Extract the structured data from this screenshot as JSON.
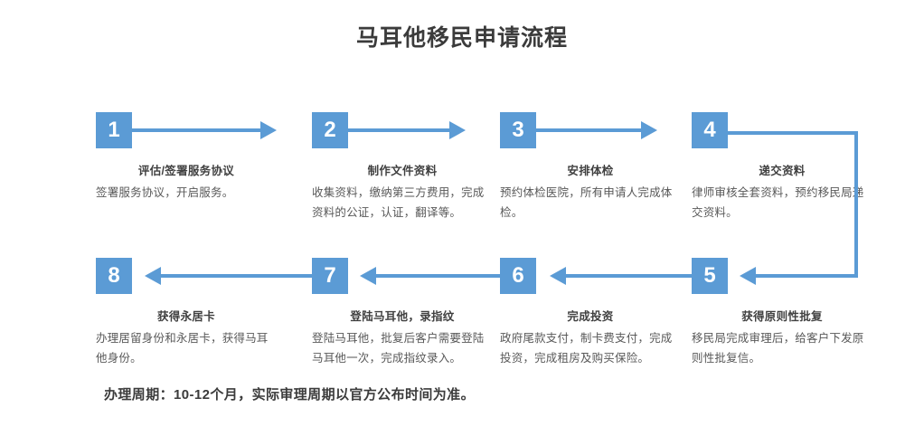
{
  "title": "马耳他移民申请流程",
  "footer_note": "办理周期：10-12个月，实际审理周期以官方公布时间为准。",
  "colors": {
    "accent": "#5b9bd5",
    "title_text": "#3b3b3b",
    "body_text": "#585858",
    "step_title_text": "#404040",
    "background": "#ffffff"
  },
  "flow": {
    "row1_direction": "right",
    "row2_direction": "left",
    "steps": [
      {
        "number": "1",
        "title": "评估/签署服务协议",
        "desc": "签署服务协议，开启服务。"
      },
      {
        "number": "2",
        "title": "制作文件资料",
        "desc": "收集资料，缴纳第三方费用，完成资料的公证，认证，翻译等。"
      },
      {
        "number": "3",
        "title": "安排体检",
        "desc": "预约体检医院，所有申请人完成体检。"
      },
      {
        "number": "4",
        "title": "递交资料",
        "desc": "律师审核全套资料，预约移民局递交资料。"
      },
      {
        "number": "5",
        "title": "获得原则性批复",
        "desc": "移民局完成审理后，给客户下发原则性批复信。"
      },
      {
        "number": "6",
        "title": "完成投资",
        "desc": "政府尾款支付，制卡费支付，完成投资，完成租房及购买保险。"
      },
      {
        "number": "7",
        "title": "登陆马耳他，录指纹",
        "desc": "登陆马耳他，批复后客户需要登陆马耳他一次，完成指纹录入。"
      },
      {
        "number": "8",
        "title": "获得永居卡",
        "desc": "办理居留身份和永居卡，获得马耳他身份。"
      }
    ]
  }
}
